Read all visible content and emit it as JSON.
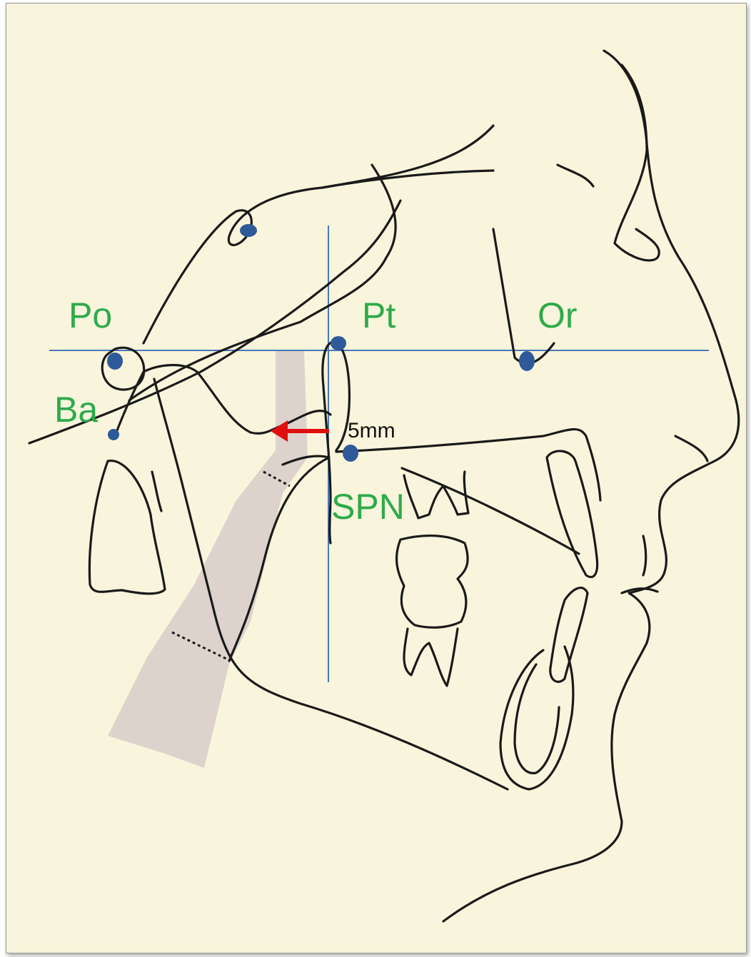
{
  "diagram": {
    "landmarks": [
      {
        "id": "Po",
        "label": "Po"
      },
      {
        "id": "Pt",
        "label": "Pt"
      },
      {
        "id": "Or",
        "label": "Or"
      },
      {
        "id": "Ba",
        "label": "Ba"
      },
      {
        "id": "SPN",
        "label": "SPN"
      }
    ],
    "measurement": {
      "label": "5mm"
    },
    "colors": {
      "background": "#f8f5dc",
      "outline": "#1a1a1a",
      "label_text": "#2eaa4a",
      "landmark_dot": "#2f5a99",
      "reference_line": "#4a78b8",
      "arrow": "#e01010",
      "airway_shading": "#ddd3cc"
    }
  }
}
